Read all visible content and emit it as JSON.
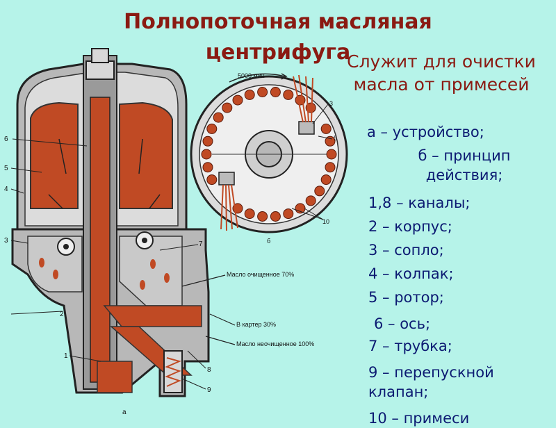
{
  "slide": {
    "title": "Полнопоточная масляная центрифуга",
    "subtitle": "Служит для очистки масла от примесей"
  },
  "legend": [
    "а – устройство;",
    "б – принцип действия;",
    "1,8 – каналы;",
    "2 – корпус;",
    "3 – сопло;",
    "4 – колпак;",
    "5 – ротор;",
    "6 – ось;",
    "7 – трубка;",
    "9 – перепускной клапан;",
    "10 – примеси"
  ],
  "diagram": {
    "labels_left": [
      "6",
      "5",
      "4",
      "3",
      "2",
      "1"
    ],
    "labels_right": [
      "7",
      "8",
      "9"
    ],
    "rotor_labels": [
      "3",
      "5",
      "10",
      "б"
    ],
    "caption_a": "а",
    "speed": "5000 мин",
    "flow_clean": "Масло очищенное 70%",
    "flow_sump": "В картер 30%",
    "flow_dirty": "Масло неочищенное 100%"
  },
  "colors": {
    "background": "#b6f3e9",
    "title": "#8a1a12",
    "legend_text": "#0c1a72",
    "oil": "#c04a24",
    "metal": "#b8b8b8"
  }
}
